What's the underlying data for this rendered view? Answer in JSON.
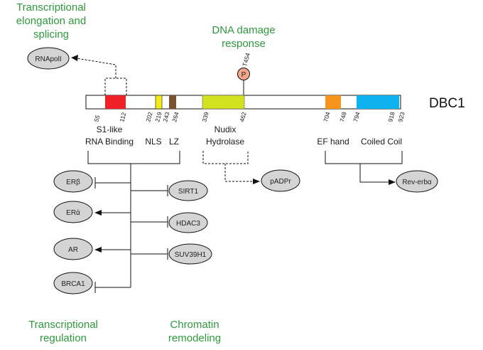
{
  "headers": {
    "elongation_line1": "Transcriptional",
    "elongation_line2": "elongation and",
    "elongation_line3": "splicing",
    "dna_line1": "DNA damage",
    "dna_line2": "response",
    "regulation_line1": "Transcriptional",
    "regulation_line2": "regulation",
    "chromatin_line1": "Chromatin",
    "chromatin_line2": "remodeling"
  },
  "protein": {
    "name": "DBC1",
    "phospho_site": "T454",
    "phospho_label": "P",
    "positions": [
      "55",
      "112",
      "202",
      "219",
      "243",
      "264",
      "339",
      "462",
      "704",
      "748",
      "794",
      "918",
      "923"
    ]
  },
  "domains": {
    "s1_line1": "S1-like",
    "s1_line2": "RNA Binding",
    "nls": "NLS",
    "lz": "LZ",
    "nudix_line1": "Nudix",
    "nudix_line2": "Hydrolase",
    "ef_hand": "EF hand",
    "coiled_coil": "Coiled Coil"
  },
  "colors": {
    "s1": "#ee2226",
    "nls": "#f2ea1a",
    "lz": "#7a5230",
    "nudix": "#d2e21f",
    "ef_hand": "#f7941d",
    "coiled_coil": "#10b2ee",
    "phospho": "#f4a58a",
    "header_green": "#2e9a3c"
  },
  "nodes": {
    "rnapol": "RNApolI",
    "padpr": "pADPr",
    "rev_erb": "Rev-erbα",
    "er_beta": "ERβ",
    "er_alpha": "ERά",
    "ar": "AR",
    "brca1": "BRCA1",
    "sirt1": "SIRT1",
    "hdac3": "HDAC3",
    "suv39h1": "SUV39H1"
  }
}
